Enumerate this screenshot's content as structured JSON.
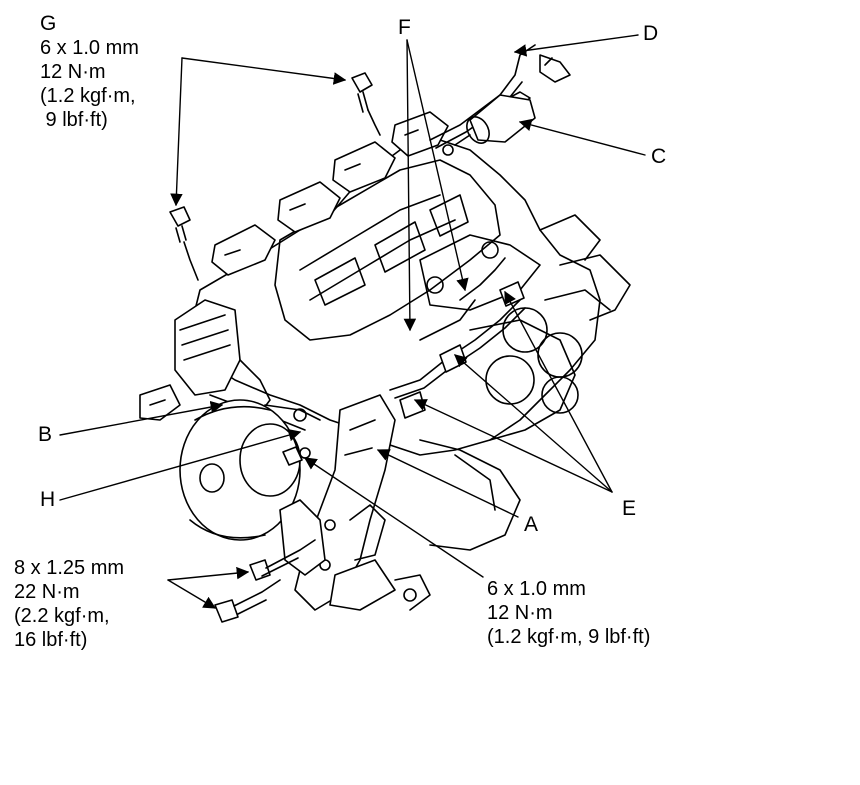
{
  "callouts": {
    "A": "A",
    "B": "B",
    "C": "C",
    "D": "D",
    "E": "E",
    "F": "F",
    "G": "G",
    "H": "H"
  },
  "specs": {
    "g_bolt": [
      "6 x 1.0 mm",
      "12 N·m",
      "(1.2 kgf·m,",
      " 9 lbf·ft)"
    ],
    "mount_bolts": [
      "8 x 1.25 mm",
      "22 N·m",
      "(2.2 kgf·m,",
      "16 lbf·ft)"
    ],
    "bracket_bolt": [
      "6 x 1.0 mm",
      "12 N·m",
      "(1.2 kgf·m, 9 lbf·ft)"
    ]
  }
}
